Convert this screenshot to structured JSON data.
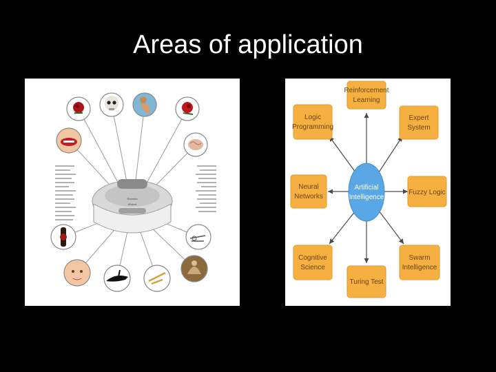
{
  "slide": {
    "title": "Areas of application"
  },
  "left_figure": {
    "device_text": {
      "line1": "Roomba",
      "line2": "iRobot"
    },
    "icons": [
      "rose-icon",
      "skull-icon",
      "woman-icon",
      "rose-icon",
      "lips-icon",
      "brain-icon",
      "insect-icon",
      "hand-icon",
      "baby-icon",
      "whale-icon",
      "crane-icon",
      "statue-icon"
    ]
  },
  "right_figure": {
    "center": {
      "line1": "Artificial",
      "line2": "Intelligence"
    },
    "nodes": [
      {
        "line1": "Reinforcement",
        "line2": "Learning"
      },
      {
        "line1": "Logic",
        "line2": "Programming"
      },
      {
        "line1": "Expert",
        "line2": "System"
      },
      {
        "line1": "Neural",
        "line2": "Networks"
      },
      {
        "line1": "Fuzzy Logic",
        "line2": ""
      },
      {
        "line1": "Cognitive",
        "line2": "Science"
      },
      {
        "line1": "Swarm",
        "line2": "Intelligence"
      },
      {
        "line1": "Turing Test",
        "line2": ""
      }
    ],
    "colors": {
      "node_fill": "#f5b041",
      "node_stroke": "#e29a2a",
      "center_fill": "#5aa7e6",
      "arrow": "#4a4a4a"
    }
  }
}
